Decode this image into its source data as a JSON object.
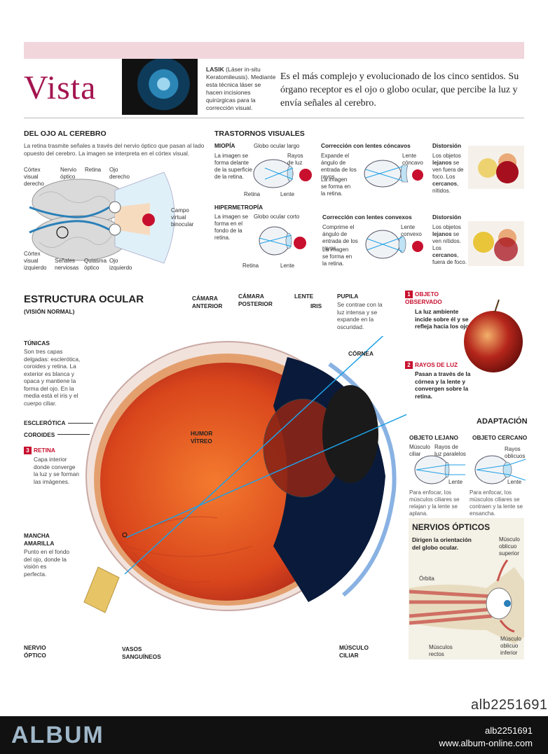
{
  "title": "Vista",
  "lasik": {
    "term": "LASIK",
    "text": "(Láser in-situ Keratomileusis). Mediante esta técnica láser se hacen incisiones quirúrgicas para la corrección visual."
  },
  "intro": "Es el más complejo y evolucionado de los cinco sentidos. Su órgano receptor es el ojo o globo ocular, que percibe la luz y envía señales al cerebro.",
  "ojo_cerebro": {
    "heading": "DEL OJO AL CEREBRO",
    "text": "La retina trasmite señales a través del nervio óptico que pasan al lado opuesto del cerebro. La imagen se interpreta en el córtex visual.",
    "labels": {
      "cortex_der": "Córtex visual derecho",
      "nervio": "Nervio óptico",
      "retina": "Retina",
      "ojo_der": "Ojo derecho",
      "campo": "Campo virtual binocular",
      "cortex_izq": "Córtex visual izquierdo",
      "senales": "Señales nerviosas",
      "quiasma": "Quiasma óptico",
      "ojo_izq": "Ojo izquierdo"
    }
  },
  "trastornos": {
    "heading": "TRASTORNOS VISUALES",
    "miopia": {
      "heading": "MIOPÍA",
      "text": "La imagen se forma delante de la superficie de la retina.",
      "globo": "Globo ocular largo",
      "rayos": "Rayos de luz",
      "retina": "Retina",
      "lente": "Lente",
      "corr_heading": "Corrección con lentes cóncavos",
      "corr_text": "Expande el ángulo de entrada de los rayos.",
      "corr_text2": "La imagen se forma en la retina.",
      "corr_lente": "Lente cóncavo",
      "dist_heading": "Distorsión",
      "dist_text_a": "Los objetos ",
      "dist_text_b": "lejanos",
      "dist_text_c": " se ven fuera de foco. Los ",
      "dist_text_d": "cercanos",
      "dist_text_e": ", nítidos."
    },
    "hipermetropia": {
      "heading": "HIPERMETROPÍA",
      "text": "La imagen se forma en el fondo de la retina.",
      "globo": "Globo ocular corto",
      "retina": "Retina",
      "lente": "Lente",
      "corr_heading": "Corrección con lentes convexos",
      "corr_text": "Comprime el ángulo de entrada de los rayos.",
      "corr_text2": "La imagen se forma en la retina.",
      "corr_lente": "Lente convexo",
      "dist_heading": "Distorsión",
      "dist_text_a": "Los objetos ",
      "dist_text_b": "lejanos",
      "dist_text_c": " se ven nítidos. Los ",
      "dist_text_d": "cercanos",
      "dist_text_e": ", fuera de foco."
    }
  },
  "estructura": {
    "heading": "ESTRUCTURA OCULAR",
    "sub": "(VISIÓN NORMAL)",
    "tunicas_h": "TÚNICAS",
    "tunicas_t": "Son tres capas delgadas: esclerótica, coroides y retina. La exterior es blanca y opaca y mantiene la forma del ojo. En la media está el iris y el cuerpo ciliar.",
    "esclerotica": "ESCLERÓTICA",
    "coroides": "COROIDES",
    "retina_num": "3",
    "retina_h": "RETINA",
    "retina_t": "Capa interior donde converge la luz y se forman las imágenes.",
    "mancha_h": "MANCHA AMARILLA",
    "mancha_t": "Punto en el fondo del ojo, donde la visión es perfecta.",
    "nervio": "NERVIO ÓPTICO",
    "vasos": "VASOS SANGUÍNEOS",
    "humor": "HUMOR VÍTREO",
    "camara_ant": "CÁMARA ANTERIOR",
    "camara_post": "CÁMARA POSTERIOR",
    "lente": "LENTE",
    "iris": "IRIS",
    "pupila_h": "PUPILA",
    "pupila_t": "Se contrae con la luz intensa y se expande en la oscuridad.",
    "cornea": "CÓRNEA",
    "musculo": "MÚSCULO CILIAR",
    "obj_num": "1",
    "obj_h": "OBJETO OBSERVADO",
    "obj_t": "La luz ambiente incide sobre él y se refleja hacia los ojos.",
    "rayos_num": "2",
    "rayos_h": "RAYOS DE LUZ",
    "rayos_t": "Pasan a través de la córnea y la lente y convergen sobre la retina."
  },
  "adaptacion": {
    "heading": "ADAPTACIÓN",
    "lejano_h": "OBJETO LEJANO",
    "cercano_h": "OBJETO CERCANO",
    "musculo": "Músculo ciliar",
    "rayos_par": "Rayos de luz paralelos",
    "lente": "Lente",
    "rayos_obl": "Rayos oblicuos",
    "lente2": "Lente",
    "lejano_t": "Para enfocar, los músculos ciliares se relajan y la lente se aplana.",
    "cercano_t": "Para enfocar, los músculos ciliares se contraen y la lente se ensancha."
  },
  "nervios": {
    "heading": "NERVIOS ÓPTICOS",
    "text": "Dirigen la orientación del globo ocular.",
    "sup": "Músculo oblicuo superior",
    "orbita": "Órbita",
    "rectos": "Músculos rectos",
    "inf": "Músculo oblicuo inferior"
  },
  "stock_id": "alb2251691",
  "footer": {
    "brand": "ALBUM",
    "id": "alb2251691",
    "url": "www.album-online.com"
  },
  "colors": {
    "title": "#a3154f",
    "accent_red": "#c8102e",
    "ray_blue": "#1ea0e6",
    "band": "#f1d6dc"
  }
}
